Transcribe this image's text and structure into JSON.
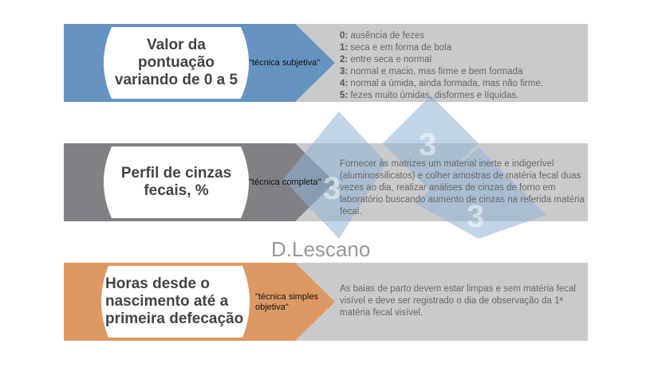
{
  "rows": [
    {
      "title": "Valor da pontuação variando de 0 a 5",
      "technique": "\"técnica subjetiva\"",
      "color": "#6593bf",
      "items": [
        {
          "key": "0:",
          "text": " ausência de fezes"
        },
        {
          "key": "1:",
          "text": " seca e em forma de bola"
        },
        {
          "key": "2:",
          "text": " entre seca e normal"
        },
        {
          "key": "3:",
          "text": " normal e macio, mas firme e bem formada"
        },
        {
          "key": "4:",
          "text": " normal a úmida, ainda formada, mas não firme."
        },
        {
          "key": "5:",
          "text": " fezes muito úmidas, disformes e líquidas."
        }
      ]
    },
    {
      "title": "Perfil de cinzas fecais, %",
      "technique": "\"técnica completa\"",
      "color": "#808184",
      "description": "Fornecer às matrizes um material inerte e indigerível (aluminossilicatos) e colher amostras de matéria fecal duas vezes ao dia, realizar análises de cinzas de forno em laboratório buscando aumento de cinzas na referida matéria fecal."
    },
    {
      "title": "Horas desde o nascimento até a primeira defecação",
      "technique": "\"técnica simples objetiva\"",
      "color": "#de9963",
      "description": "As baias de parto devem estar limpas e sem matéria fecal visível e deve ser registrado o dia de observação da 1ª matéria fecal visível."
    }
  ],
  "panel_color": "#c9cacc",
  "watermark": {
    "text": "D.Lescano",
    "digit": "3",
    "color": "#a9c6e0"
  }
}
